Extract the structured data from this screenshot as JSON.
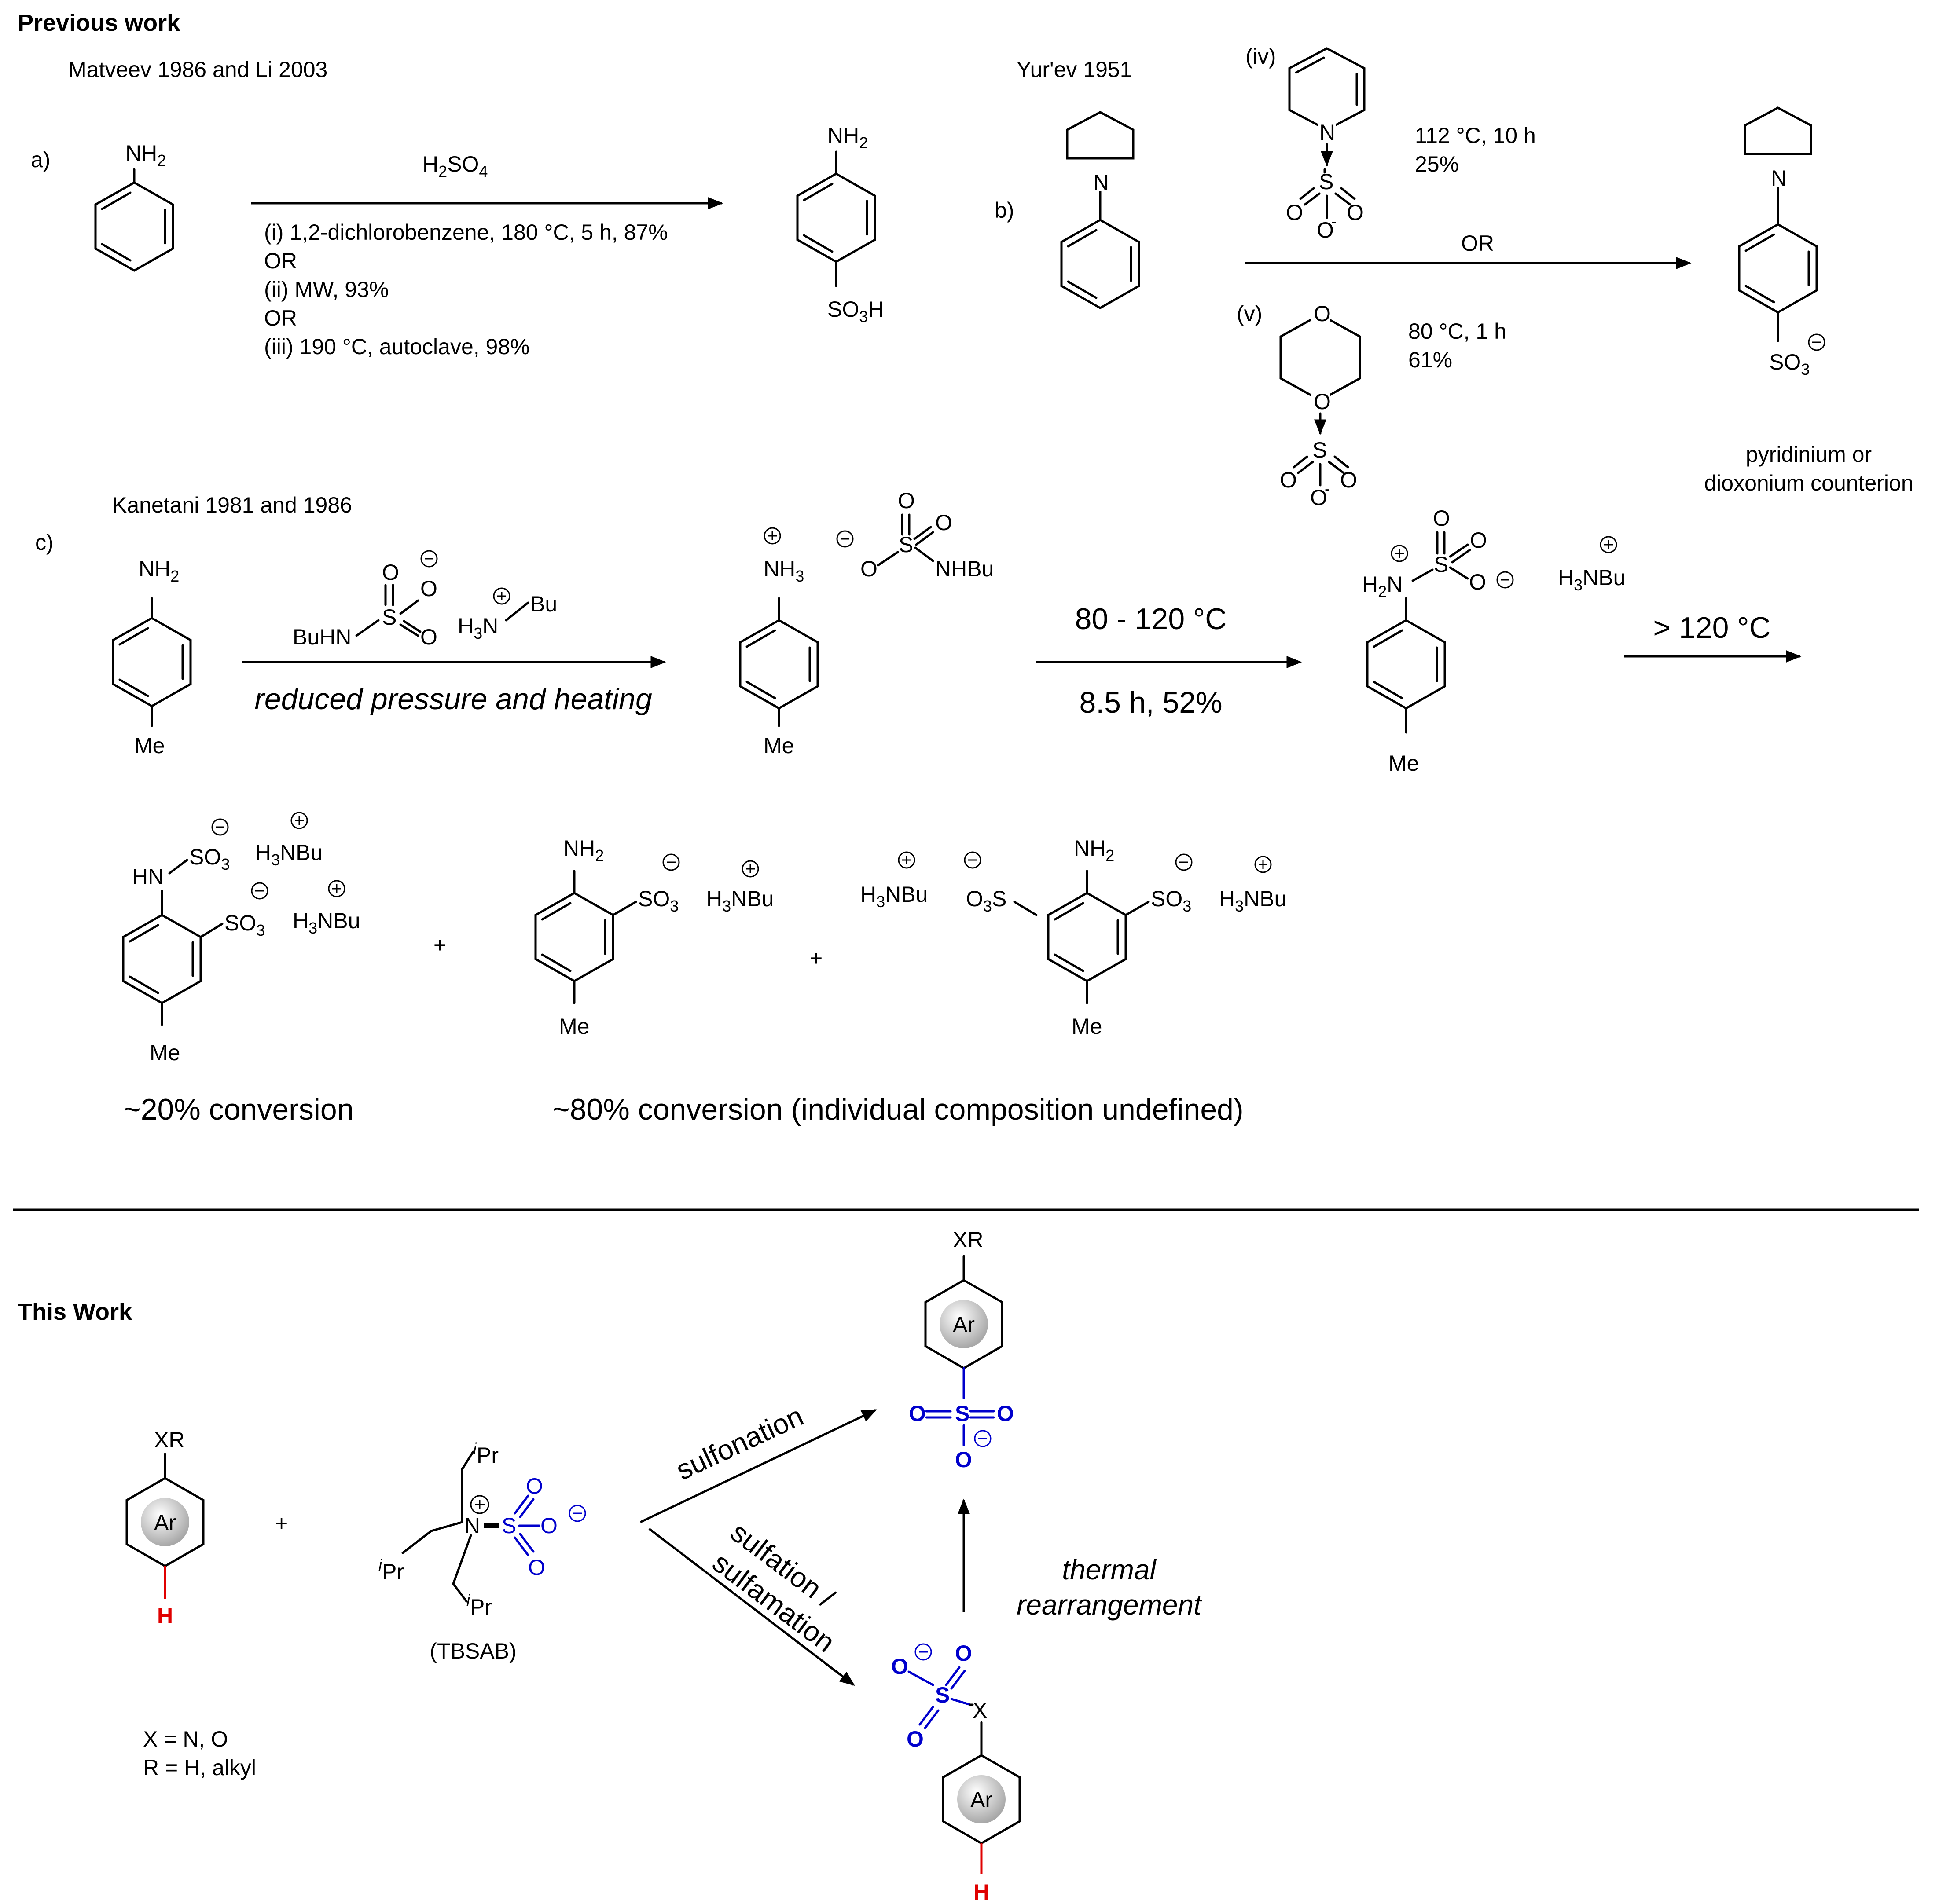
{
  "previous_work": {
    "header": "Previous work",
    "a": {
      "label": "a)",
      "citation": "Matveev 1986 and Li 2003",
      "reagent": "H2SO4",
      "conditions": [
        "(i) 1,2-dichlorobenzene, 180 °C, 5 h, 87%",
        "OR",
        "(ii) MW, 93%",
        "OR",
        "(iii) 190 °C, autoclave, 98%"
      ],
      "substrate_group": "NH2",
      "product_groups": [
        "NH2",
        "SO3H"
      ]
    },
    "b": {
      "label": "b)",
      "citation": "Yur'ev 1951",
      "option_iv": {
        "label": "(iv)",
        "conditions": [
          "112 °C, 10 h",
          "25%"
        ]
      },
      "option_v": {
        "label": "(v)",
        "conditions": [
          "80 °C, 1 h",
          "61%"
        ]
      },
      "or_text": "OR",
      "counterion_note": [
        "pyridinium or",
        "dioxonium counterion"
      ]
    },
    "c": {
      "label": "c)",
      "citation": "Kanetani 1981 and 1986",
      "step1_conditions": "reduced pressure and heating",
      "step2_conditions": [
        "80 - 120 °C",
        "8.5 h, 52%"
      ],
      "step3_conditions": "> 120 °C",
      "conversion_1": "~20% conversion",
      "conversion_2": "~80% conversion (individual composition undefined)",
      "plus": "+"
    }
  },
  "this_work": {
    "header": "This Work",
    "reagent_name": "(TBSAB)",
    "variables": [
      "X = N, O",
      "R = H, alkyl"
    ],
    "path_up": "sulfonation",
    "path_down": [
      "sulfation /",
      "sulfamation"
    ],
    "rearrangement": [
      "thermal",
      "rearrangement"
    ],
    "plus": "+"
  },
  "colors": {
    "sulfur_group": "#0000cc",
    "hydrogen": "#e00000"
  }
}
